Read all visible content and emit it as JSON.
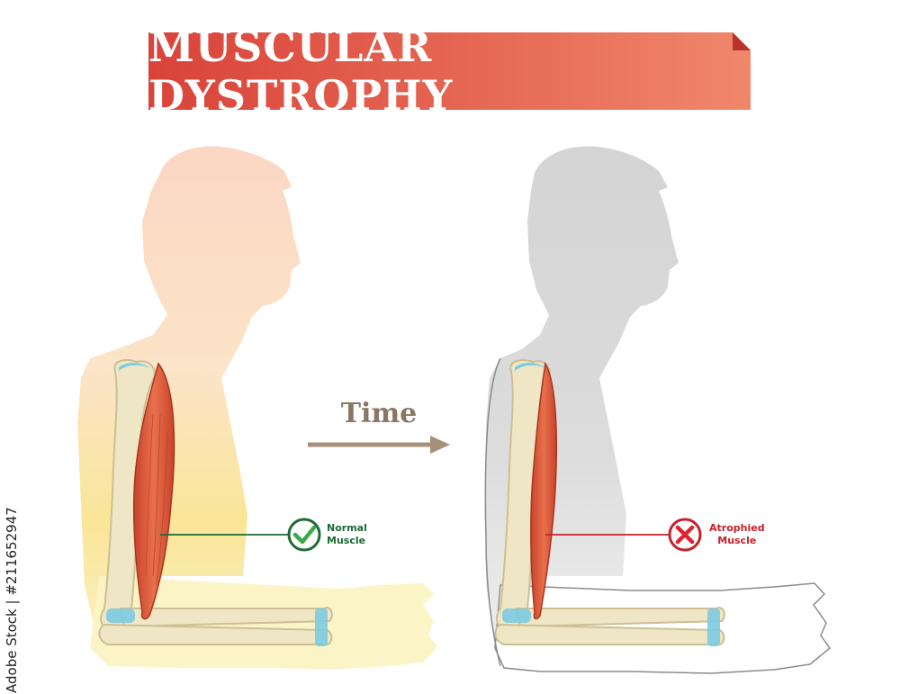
{
  "title": "MUSCULAR DYSTROPHY",
  "arrow_label": "Time",
  "normal": {
    "line1": "Normal",
    "line2": "Muscle"
  },
  "atrophied": {
    "line1": "Atrophied",
    "line2": "Muscle"
  },
  "stock_id": "Adobe Stock | #211652947",
  "colors": {
    "banner": "#e0563f",
    "normal_accent": "#1b6b33",
    "atrophied_accent": "#c8202a",
    "muscle": "#d9563a",
    "bone": "#efe6c5",
    "cartilage": "#7ccbe0",
    "healthy_body": "#fbd9a6",
    "affected_body": "#cfcfcf"
  },
  "icons": [
    "check-icon",
    "cross-icon",
    "arrow-right-icon"
  ]
}
